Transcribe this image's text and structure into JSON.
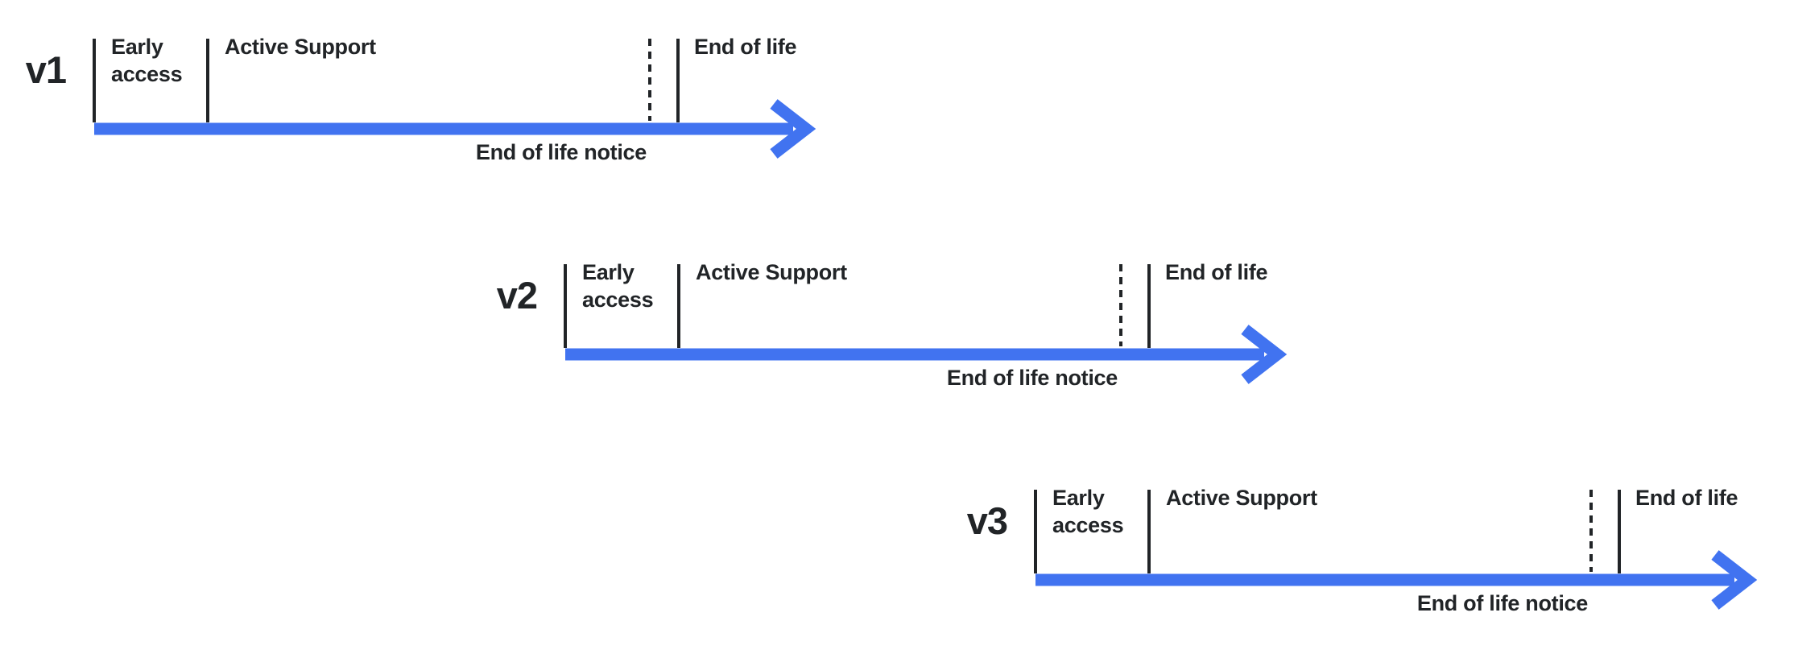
{
  "colors": {
    "arrow": "#4173F0",
    "ink": "#212427",
    "background": "#ffffff"
  },
  "timelines": [
    {
      "version": "v1",
      "labels": {
        "early_access": "Early access",
        "active_support": "Active Support",
        "end_of_life": "End of life",
        "end_of_life_notice": "End of life notice"
      }
    },
    {
      "version": "v2",
      "labels": {
        "early_access": "Early access",
        "active_support": "Active Support",
        "end_of_life": "End of life",
        "end_of_life_notice": "End of life notice"
      }
    },
    {
      "version": "v3",
      "labels": {
        "early_access": "Early access",
        "active_support": "Active Support",
        "end_of_life": "End of life",
        "end_of_life_notice": "End of life notice"
      }
    }
  ]
}
